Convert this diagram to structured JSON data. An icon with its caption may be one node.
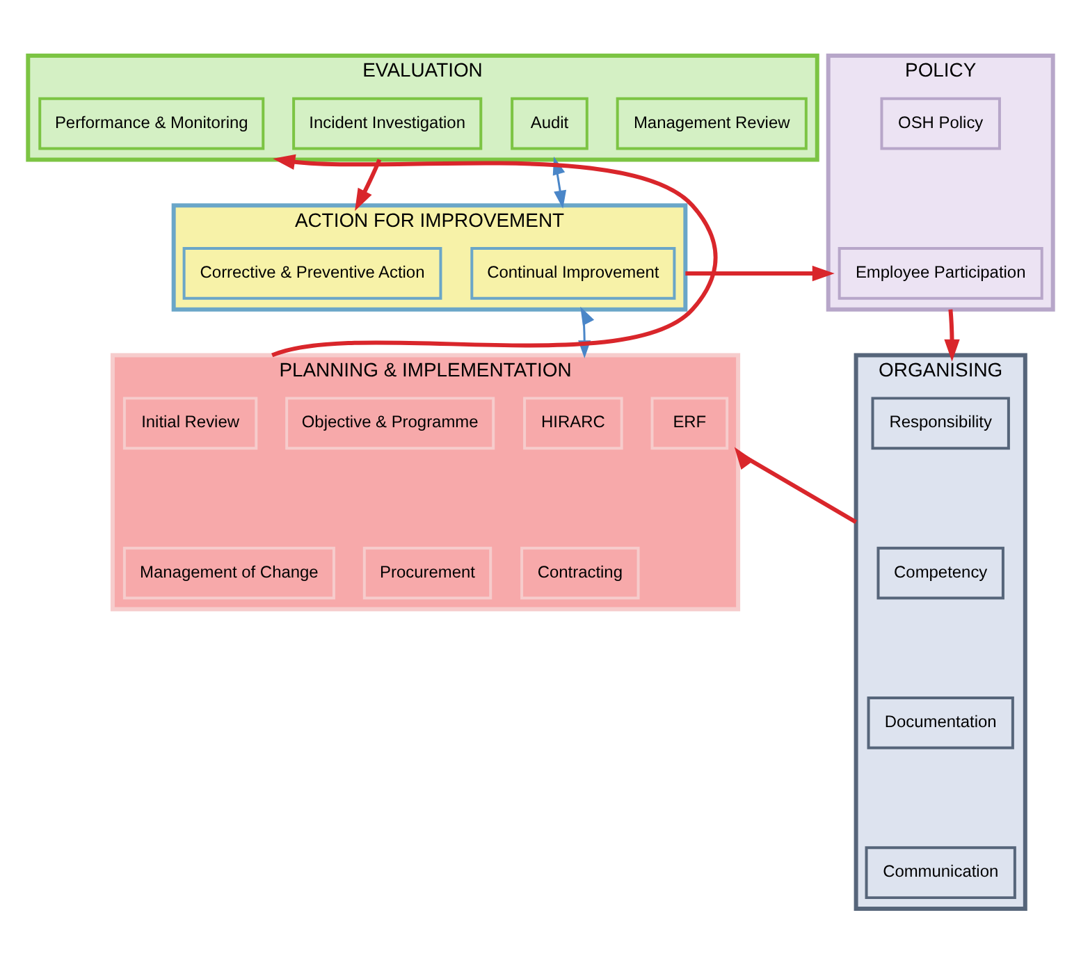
{
  "diagram": {
    "nodes": [
      {
        "text": [
          "EVALUATION"
        ]
      },
      {
        "text": [
          "Performance & Monitoring"
        ],
        "in": 0
      },
      {
        "text": [
          "Incident Investigation"
        ],
        "in": 0
      },
      {
        "text": [
          "Audit"
        ],
        "in": 0
      },
      {
        "text": [
          "Management Review"
        ],
        "in": 0
      },
      {
        "text": [
          "POLICY"
        ]
      },
      {
        "text": [
          "OSH Policy"
        ],
        "in": 5
      },
      {
        "text": [
          "Employee Participation"
        ],
        "in": 5
      },
      {
        "text": [
          "ACTION FOR IMPROVEMENT"
        ]
      },
      {
        "text": [
          "Corrective & Preventive Action"
        ],
        "in": 8
      },
      {
        "text": [
          "Continual Improvement"
        ],
        "in": 8
      },
      {
        "text": [
          "ORGANISING"
        ]
      },
      {
        "text": [
          "Responsibility"
        ],
        "in": 11
      },
      {
        "text": [
          "Competency"
        ],
        "in": 11
      },
      {
        "text": [
          "Documentation"
        ],
        "in": 11
      },
      {
        "text": [
          "Communication"
        ],
        "in": 11
      },
      {
        "text": [
          "PLANNING & IMPLEMENTATION"
        ]
      },
      {
        "text": [
          "Initial Review"
        ],
        "in": 16
      },
      {
        "text": [
          "Objective & Programme"
        ],
        "in": 16
      },
      {
        "text": [
          "HIRARC"
        ],
        "in": 16
      },
      {
        "text": [
          "ERF"
        ],
        "in": 16
      },
      {
        "text": [
          "Management of Change"
        ],
        "in": 16
      },
      {
        "text": [
          "Procurement"
        ],
        "in": 16
      },
      {
        "text": [
          "Contracting"
        ],
        "in": 16
      }
    ],
    "edges": [
      {
        "from": 0,
        "to": 8,
        "arrow": "to"
      },
      {
        "from": 0,
        "to": 8,
        "arrow": "both",
        "color": "#4a86c8"
      },
      {
        "from": 8,
        "to": 5,
        "arrow": "to"
      },
      {
        "from": 5,
        "to": 11,
        "arrow": "to"
      },
      {
        "from": 11,
        "to": 16,
        "arrow": "to"
      },
      {
        "from": 16,
        "to": 0,
        "arrow": "to"
      },
      {
        "from": 8,
        "to": 16,
        "arrow": "both",
        "color": "#4a86c8"
      }
    ]
  }
}
